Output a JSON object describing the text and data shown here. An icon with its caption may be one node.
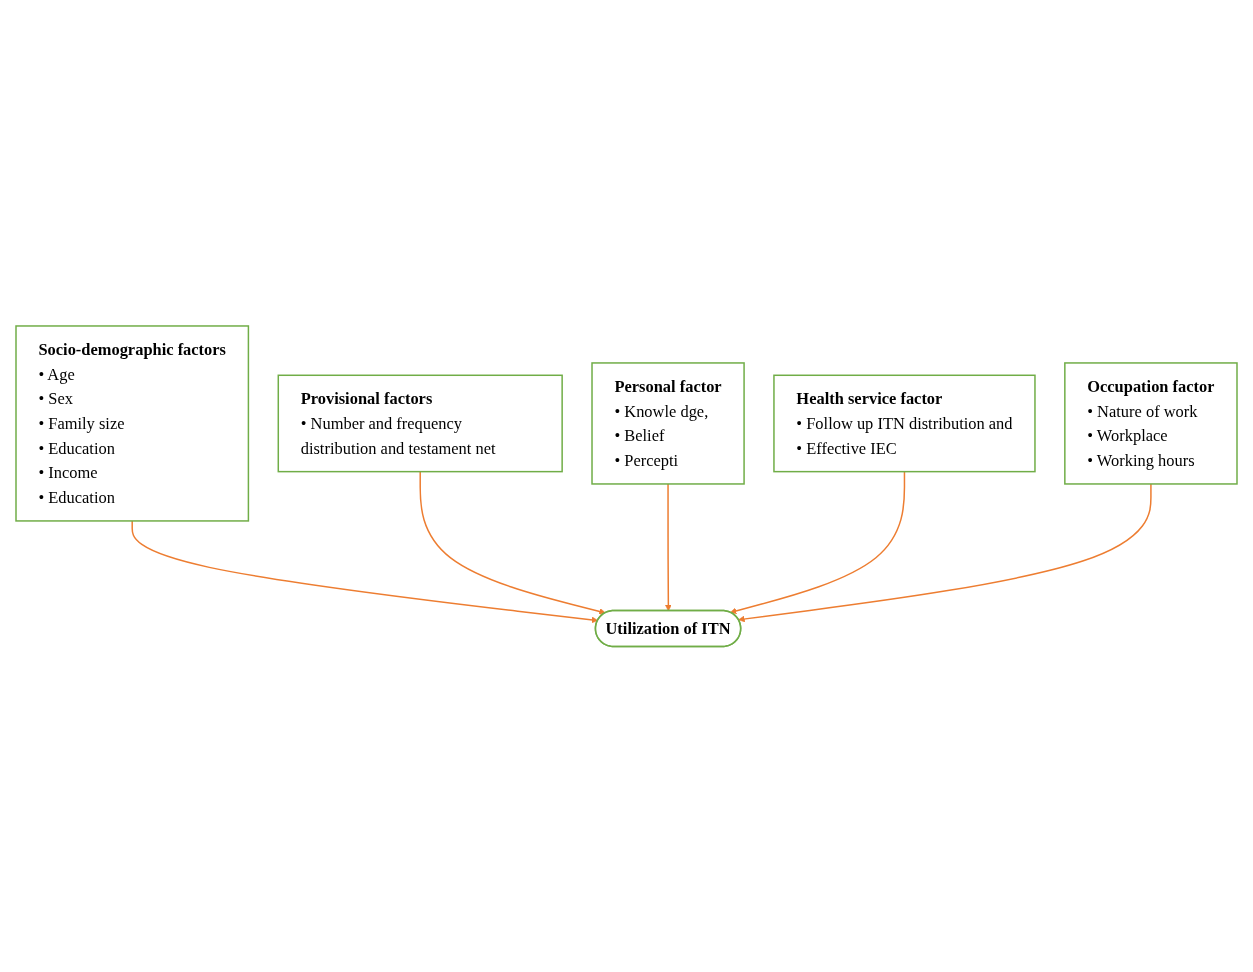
{
  "diagram": {
    "nodes": [
      {
        "text": [
          "Socio-demographic factors",
          "• Age",
          "• Sex",
          "• Family size",
          "• Education",
          "• Income",
          "• Education"
        ]
      },
      {
        "text": [
          "Provisional factors",
          "• Number and frequency distribution and testament net"
        ]
      },
      {
        "text": [
          "Utilization of ITN"
        ]
      },
      {
        "text": [
          "Personal factor",
          "• Knowle dge,",
          "• Belief",
          "• Percepti"
        ]
      },
      {
        "text": [
          "Health service factor",
          "• Follow up ITN distribution and",
          "• Effective IEC"
        ]
      },
      {
        "text": [
          "Occupation factor",
          "• Nature of work",
          "• Workplace",
          "• Working hours"
        ]
      }
    ],
    "edges": [
      {
        "from": 0,
        "to": 2,
        "arrow": "to"
      },
      {
        "from": 1,
        "to": 2,
        "arrow": "to"
      },
      {
        "from": 3,
        "to": 2,
        "arrow": "to"
      },
      {
        "from": 4,
        "to": 2,
        "arrow": "to"
      },
      {
        "from": 5,
        "to": 2,
        "arrow": "to"
      }
    ]
  }
}
